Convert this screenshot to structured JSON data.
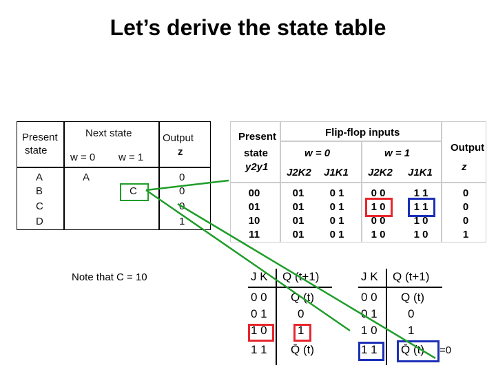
{
  "title": "Let’s derive the state table",
  "left_table": {
    "present_state": "Present",
    "present_state2": "state",
    "next_state": "Next state",
    "w0": "w = 0",
    "w1": "w = 1",
    "output": "Output",
    "output_var": "z",
    "rows": [
      {
        "state": "A",
        "next_w0": "A",
        "next_w1": "",
        "output": "0"
      },
      {
        "state": "B",
        "next_w0": "",
        "next_w1": "C",
        "output": "0"
      },
      {
        "state": "C",
        "next_w0": "",
        "next_w1": "",
        "output": "0"
      },
      {
        "state": "D",
        "next_w0": "",
        "next_w1": "",
        "output": "1"
      }
    ]
  },
  "right_table": {
    "present": "Present",
    "state": "state",
    "y2y1": "y2y1",
    "ff_inputs": "Flip-flop inputs",
    "w0": "w = 0",
    "w1": "w = 1",
    "output": "Output",
    "z": "z",
    "cols": [
      "J2K2",
      "J1K1",
      "J2K2",
      "J1K1"
    ],
    "rows": [
      {
        "state": "00",
        "c1": "01",
        "c2": "0 1",
        "c3": "0 0",
        "c4": "1 1",
        "z": "0"
      },
      {
        "state": "01",
        "c1": "01",
        "c2": "0 1",
        "c3": "1 0",
        "c4": "1 1",
        "z": "0"
      },
      {
        "state": "10",
        "c1": "01",
        "c2": "0 1",
        "c3": "0 0",
        "c4": "1 0",
        "z": "0"
      },
      {
        "state": "11",
        "c1": "01",
        "c2": "0 1",
        "c3": "1 0",
        "c4": "1 0",
        "z": "1"
      }
    ]
  },
  "jk_table": {
    "hdr_jk": "J  K",
    "hdr_q": "Q (t+1)",
    "rows": [
      {
        "jk": "0  0",
        "q": "Q (t)"
      },
      {
        "jk": "0  1",
        "q": "0"
      },
      {
        "jk": "1  0",
        "q": "1"
      },
      {
        "jk": "1  1",
        "q": "Q̄ (t)"
      }
    ]
  },
  "note": "Note that C = 10",
  "eq0": "=0",
  "colors": {
    "green": "#1f9d2a",
    "red": "#e8262c",
    "blue": "#1c2fb7"
  }
}
